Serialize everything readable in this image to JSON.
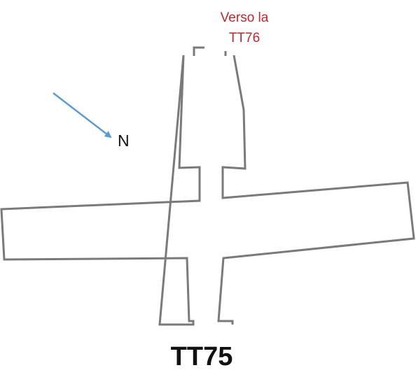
{
  "labels": {
    "direction_line1": "Verso la",
    "direction_line2": "TT76",
    "north": "N",
    "title": "TT75"
  },
  "icons": {
    "north_arrow": "north-arrow-icon"
  },
  "colors": {
    "wall": "#7a7a7a",
    "direction_label": "#c0272d",
    "north_arrow": "#5b9bd5",
    "north_label": "#111111",
    "title": "#111111"
  }
}
